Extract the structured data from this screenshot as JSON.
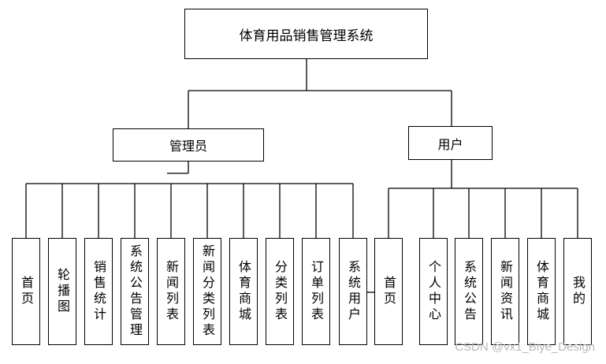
{
  "root": {
    "label": "体育用品销售管理系统"
  },
  "admin": {
    "label": "管理员",
    "children": [
      "首页",
      "轮播图",
      "销售统计",
      "系统公告管理",
      "新闻列表",
      "新闻分类列表",
      "体育商城",
      "分类列表",
      "订单列表",
      "系统用户"
    ]
  },
  "user": {
    "label": "用户",
    "children": [
      "首页",
      "个人中心",
      "系统公告",
      "新闻资讯",
      "体育商城",
      "我的"
    ]
  },
  "watermark": "CSDN @vx1_Biye_Design"
}
